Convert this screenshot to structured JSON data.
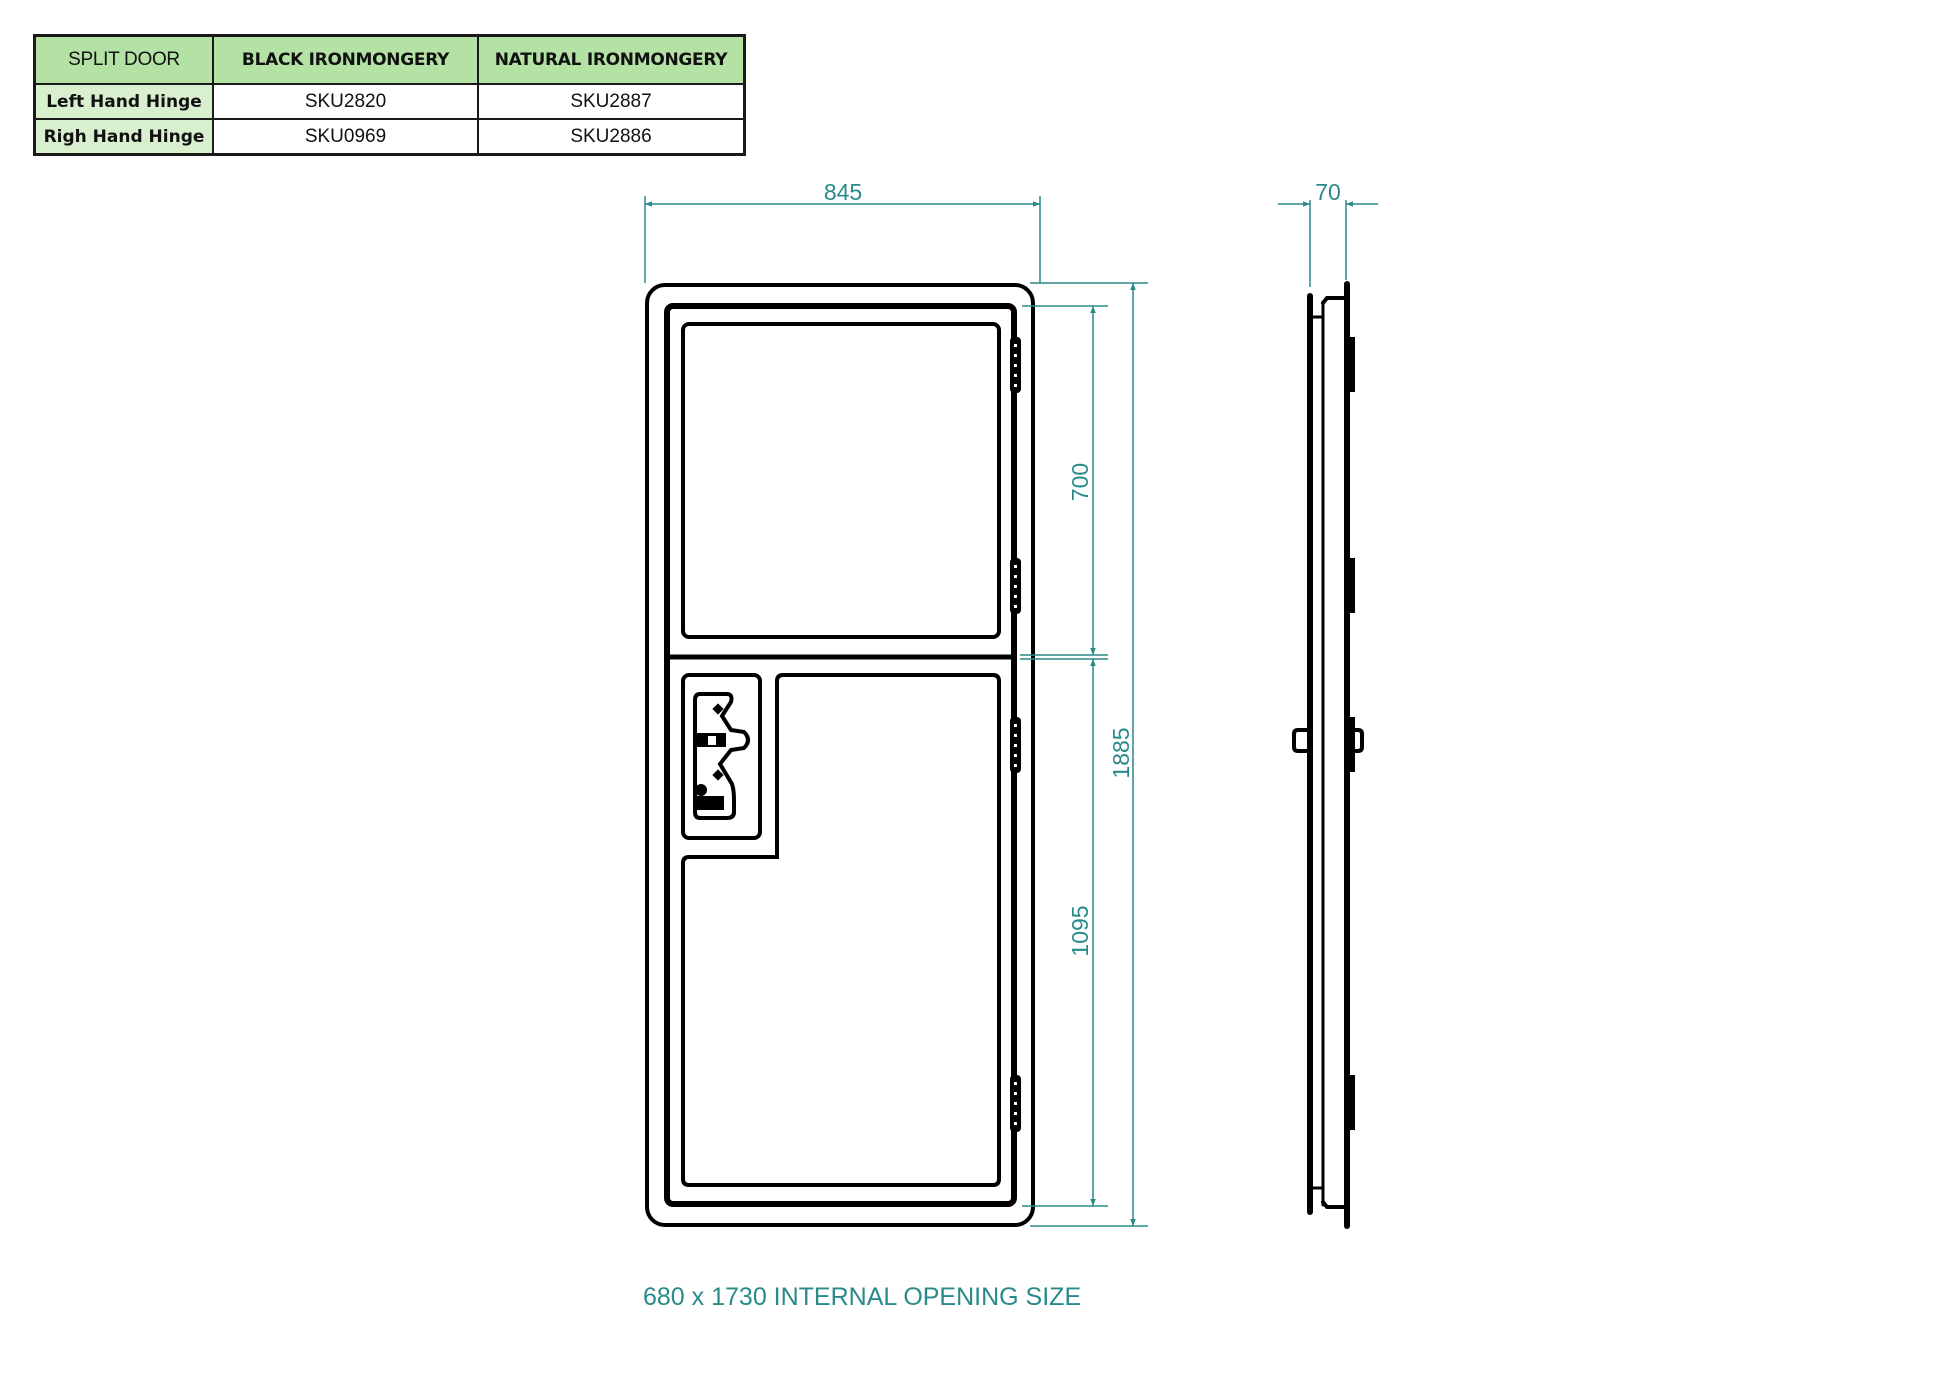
{
  "table": {
    "header": [
      "SPLIT DOOR",
      "BLACK IRONMONGERY",
      "NATURAL IRONMONGERY"
    ],
    "rows": [
      {
        "label": "Left Hand Hinge",
        "black": "SKU2820",
        "natural": "SKU2887"
      },
      {
        "label": "Righ Hand Hinge",
        "black": "SKU0969",
        "natural": "SKU2886"
      }
    ],
    "colors": {
      "header_bg": "#b3e2a4",
      "row_header_bg": "#d9f0cf",
      "border": "#1a1a1a"
    }
  },
  "front_view": {
    "dimensions": {
      "overall_width": "845",
      "upper_height": "700",
      "lower_height": "1095",
      "overall_height": "1885"
    },
    "hinge_count": 4
  },
  "side_view": {
    "dimensions": {
      "depth": "70"
    }
  },
  "caption": "680 x 1730 INTERNAL OPENING SIZE",
  "colors": {
    "dimension": "#2a8a8a",
    "line": "#000000"
  }
}
